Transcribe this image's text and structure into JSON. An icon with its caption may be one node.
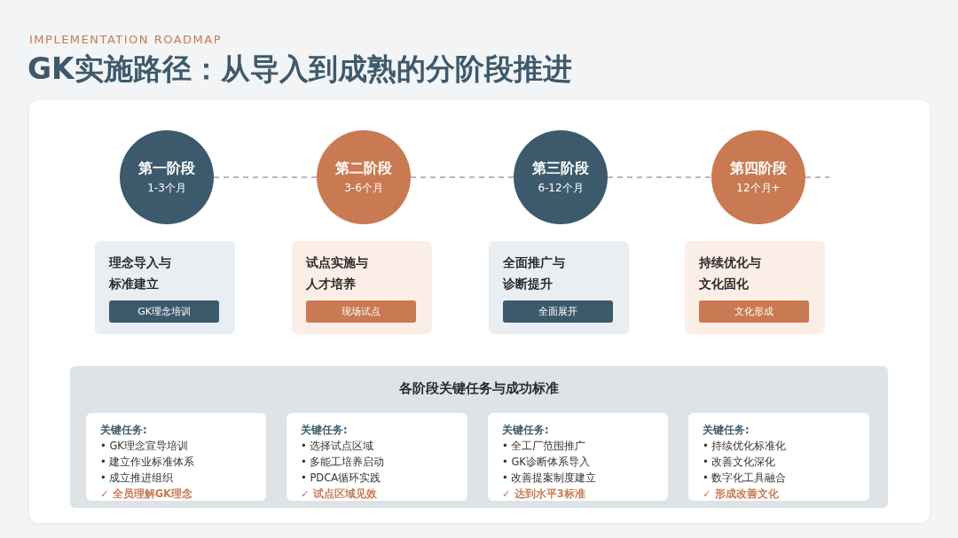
{
  "diagram": {
    "title": "GK实施路径：从导入到成熟的分阶段推进",
    "nodes": [
      {
        "text": [
          "第一阶段",
          "1-3个月"
        ]
      },
      {
        "text": [
          "第二阶段",
          "3-6个月"
        ]
      },
      {
        "text": [
          "第三阶段",
          "6-12个月"
        ]
      },
      {
        "text": [
          "第四阶段",
          "12个月+"
        ]
      },
      {
        "text": [
          "理念导入与标准建立"
        ]
      },
      {
        "text": [
          "GK理念培训"
        ],
        "in": 4
      },
      {
        "text": [
          "试点实施与人才培养"
        ]
      },
      {
        "text": [
          "现场试点"
        ],
        "in": 6
      },
      {
        "text": [
          "全面推广与诊断提升"
        ]
      },
      {
        "text": [
          "全面展开"
        ],
        "in": 8
      },
      {
        "text": [
          "持续优化与文化固化"
        ]
      },
      {
        "text": [
          "文化形成"
        ],
        "in": 10
      },
      {
        "text": [
          "各阶段关键任务与成功标准"
        ]
      },
      {
        "text": [
          "关键任务:",
          "• GK理念宣导培训",
          "• 建立作业标准体系",
          "• 成立推进组织",
          "✓ 全员理解GK理念"
        ],
        "in": 12
      },
      {
        "text": [
          "关键任务:",
          "• 选择试点区域",
          "• 多能工培养启动",
          "• PDCA循环实践",
          "✓ 试点区域见效"
        ],
        "in": 12
      },
      {
        "text": [
          "关键任务:",
          "• 全工厂范围推广",
          "• GK诊断体系导入",
          "• 改善提案制度建立",
          "✓ 达到水平3标准"
        ],
        "in": 12
      },
      {
        "text": [
          "关键任务:",
          "• 持续优化标准化",
          "• 改善文化深化",
          "• 数字化工具融合",
          "✓ 形成改善文化"
        ],
        "in": 12
      }
    ],
    "edges": [
      {
        "from": 0,
        "to": 1,
        "arrow": "none",
        "style": "dashed"
      },
      {
        "from": 1,
        "to": 2,
        "arrow": "none",
        "style": "dashed"
      },
      {
        "from": 2,
        "to": 3,
        "arrow": "none",
        "style": "dashed"
      },
      {
        "from": 3,
        "to": null,
        "arrow": "none",
        "style": "dashed"
      }
    ],
    "labels": [
      "IMPLEMENTATION ROADMAP"
    ]
  }
}
